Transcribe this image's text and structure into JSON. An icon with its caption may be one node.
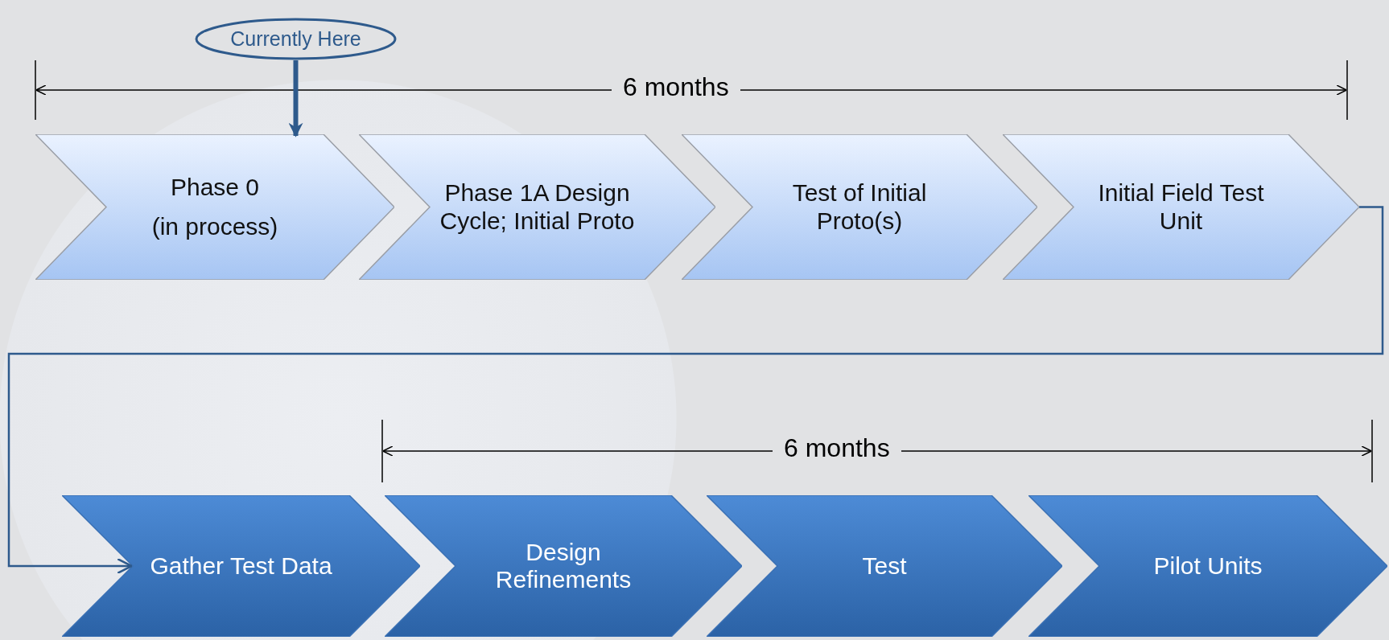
{
  "diagram": {
    "nodes": [
      {
        "text": [
          "Currently Here"
        ]
      },
      {
        "text": [
          "Phase 0",
          "(in process)"
        ]
      },
      {
        "text": [
          "Phase 1A Design Cycle; Initial Proto"
        ]
      },
      {
        "text": [
          "Test of Initial Proto(s)"
        ]
      },
      {
        "text": [
          "Initial Field Test Unit"
        ]
      },
      {
        "text": [
          "Gather Test Data"
        ]
      },
      {
        "text": [
          "Design Refinements"
        ]
      },
      {
        "text": [
          "Test"
        ]
      },
      {
        "text": [
          "Pilot Units"
        ]
      }
    ],
    "edges": [
      {
        "from": 0,
        "to": 1,
        "arrow": "to",
        "style": "thick"
      },
      {
        "from": 4,
        "to": 5,
        "arrow": "to"
      }
    ],
    "labels": [
      "6 months",
      "6 months"
    ]
  }
}
